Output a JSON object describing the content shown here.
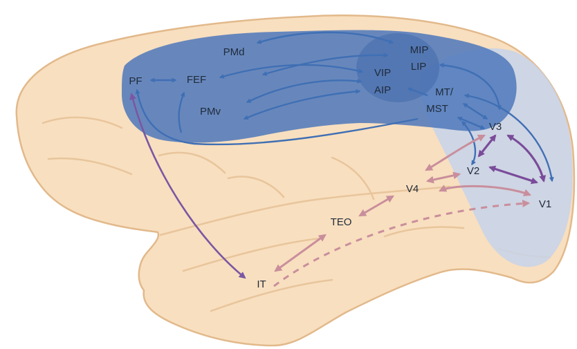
{
  "areas": {
    "pf": "PF",
    "fef": "FEF",
    "pmd": "PMd",
    "pmv": "PMv",
    "mip": "MIP",
    "lip": "LIP",
    "vip": "VIP",
    "aip": "AIP",
    "mt": "MT/",
    "mst": "MST",
    "v3": "V3",
    "v2": "V2",
    "v1": "V1",
    "v4": "V4",
    "teo": "TEO",
    "it": "IT"
  },
  "colors": {
    "dorsal_stream": "#3f6fb4",
    "ventral_stream": "#c98e9c",
    "prefrontal_link": "#7b57a3",
    "early_visual": "#7a4b9a",
    "cortex": "#f8dfbf",
    "cortex_outline": "#e2b98b"
  }
}
